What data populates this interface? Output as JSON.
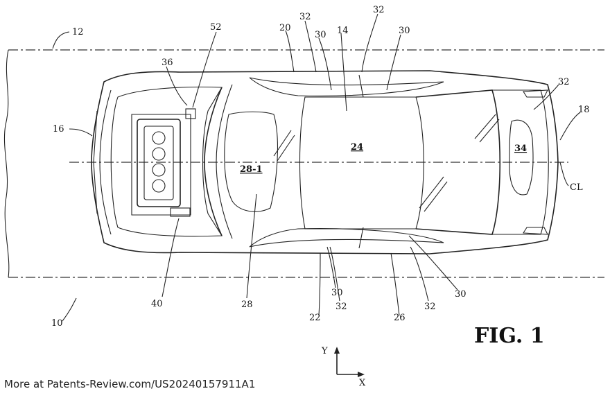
{
  "figure": {
    "title": "FIG. 1",
    "footer": "More at Patents-Review.com/US20240157911A1",
    "labels": {
      "l10": "10",
      "l12": "12",
      "l14": "14",
      "l16": "16",
      "l18": "18",
      "l20": "20",
      "l22": "22",
      "l24": "24",
      "l26": "26",
      "l28": "28",
      "l28_1": "28-1",
      "l30a": "30",
      "l30b": "30",
      "l30c": "30",
      "l30d": "30",
      "l32a": "32",
      "l32b": "32",
      "l32c": "32",
      "l32d": "32",
      "l32e": "32",
      "l34": "34",
      "l36": "36",
      "l40": "40",
      "l52": "52",
      "cl": "CL"
    },
    "axes": {
      "y": "Y",
      "x": "X"
    }
  }
}
